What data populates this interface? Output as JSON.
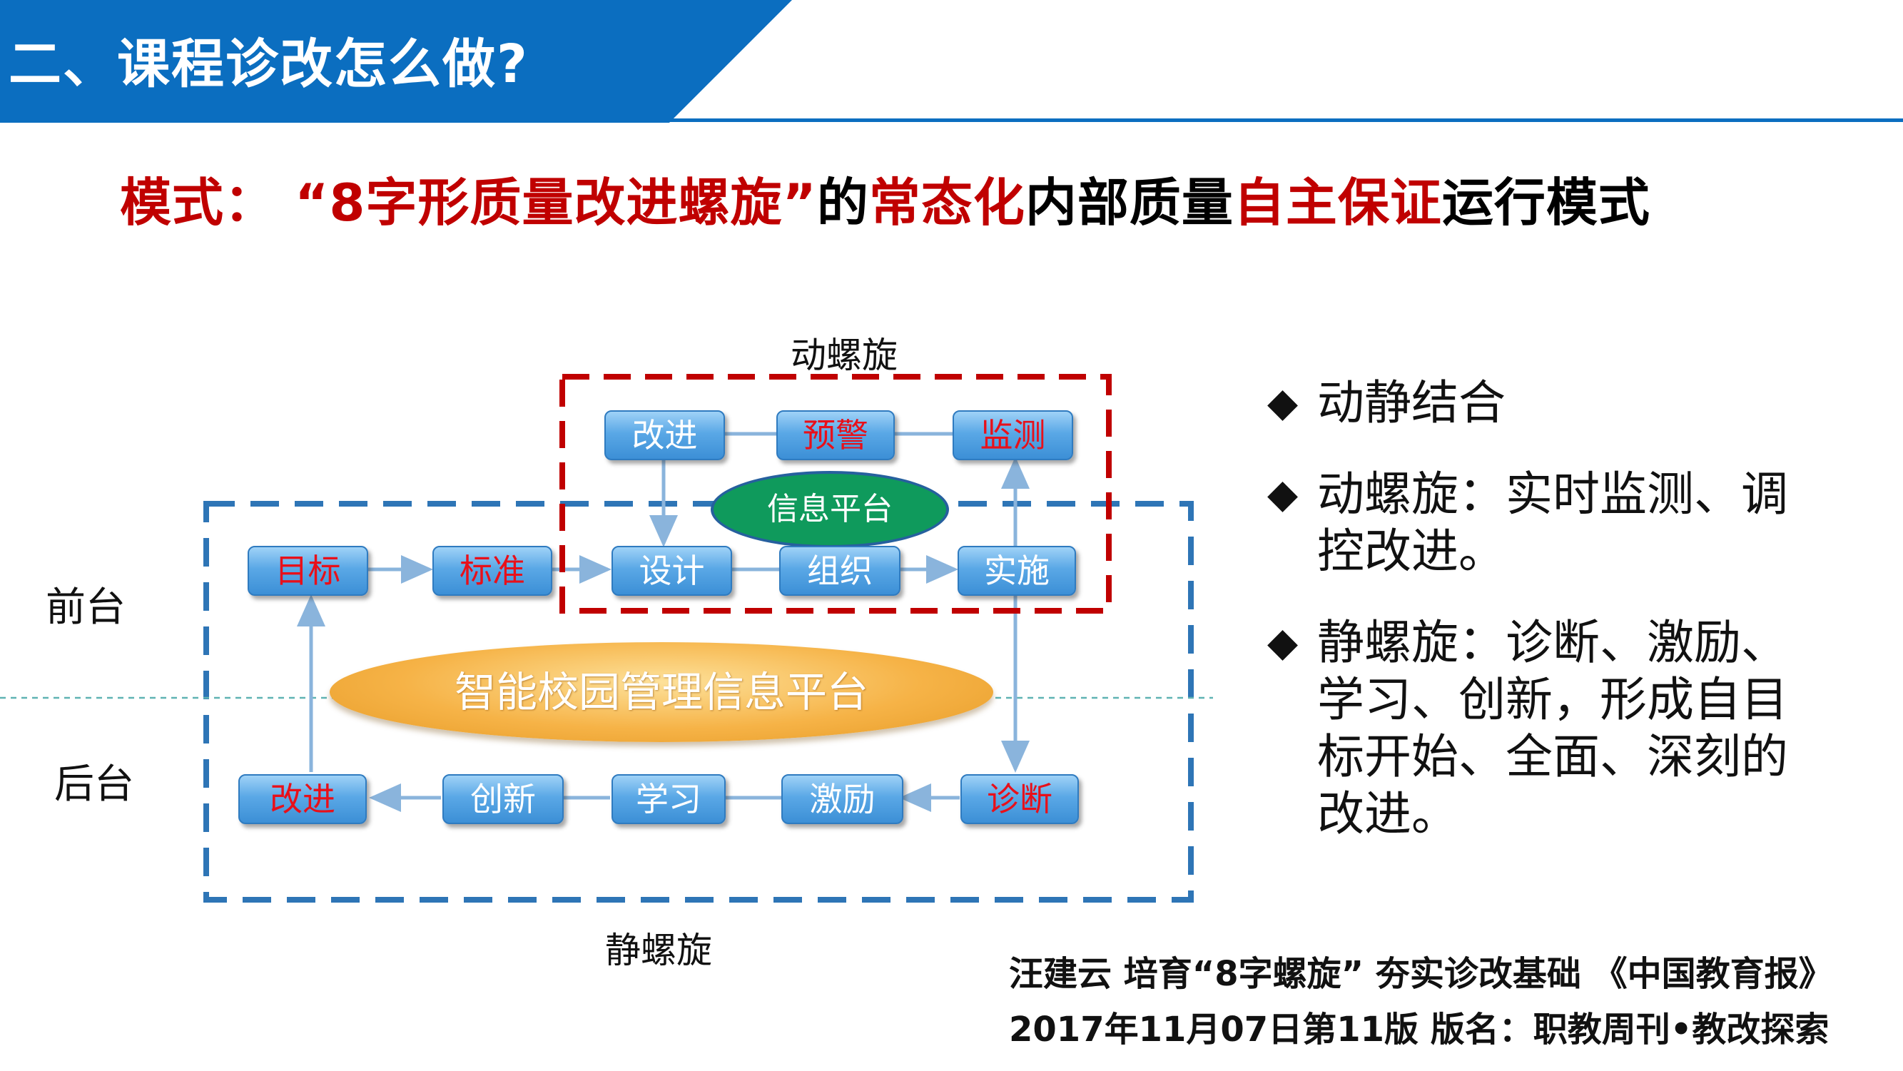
{
  "header": {
    "title": "二、课程诊改怎么做?"
  },
  "subtitle": {
    "parts": [
      {
        "text": "模式：  “8字形质量改进螺旋”",
        "color": "red"
      },
      {
        "text": "的",
        "color": "black"
      },
      {
        "text": "常态化",
        "color": "red"
      },
      {
        "text": "内部质量",
        "color": "black"
      },
      {
        "text": "自主保证",
        "color": "red"
      },
      {
        "text": "运行模式",
        "color": "black"
      }
    ]
  },
  "diagram": {
    "dynamic_label": "动螺旋",
    "static_label": "静螺旋",
    "front_label": "前台",
    "back_label": "后台",
    "info_platform": "信息平台",
    "smart_platform": "智能校园管理信息平台",
    "nodes": {
      "gaijin_top": "改进",
      "yujing": "预警",
      "jiance": "监测",
      "mubiao": "目标",
      "biaozhun": "标准",
      "sheji": "设计",
      "zuzhi": "组织",
      "shishi": "实施",
      "gaijin_bottom": "改进",
      "chuangxin": "创新",
      "xuexi": "学习",
      "jili": "激励",
      "zhenduan": "诊断"
    },
    "colors": {
      "dynamic_border": "#c00000",
      "static_border": "#2e75b6",
      "node_red_text": "#e8101a"
    }
  },
  "bullets": [
    {
      "symbol": "◆",
      "text": "动静结合"
    },
    {
      "symbol": "◆",
      "text": "动螺旋：实时监测、调控改进。"
    },
    {
      "symbol": "◆",
      "text": "静螺旋：诊断、激励、学习、创新，形成自目标开始、全面、深刻的改进。"
    }
  ],
  "citation": {
    "line1": "汪建云 培育“8字螺旋” 夯实诊改基础 《中国教育报》",
    "line2": "2017年11月07日第11版 版名：职教周刊•教改探索"
  }
}
